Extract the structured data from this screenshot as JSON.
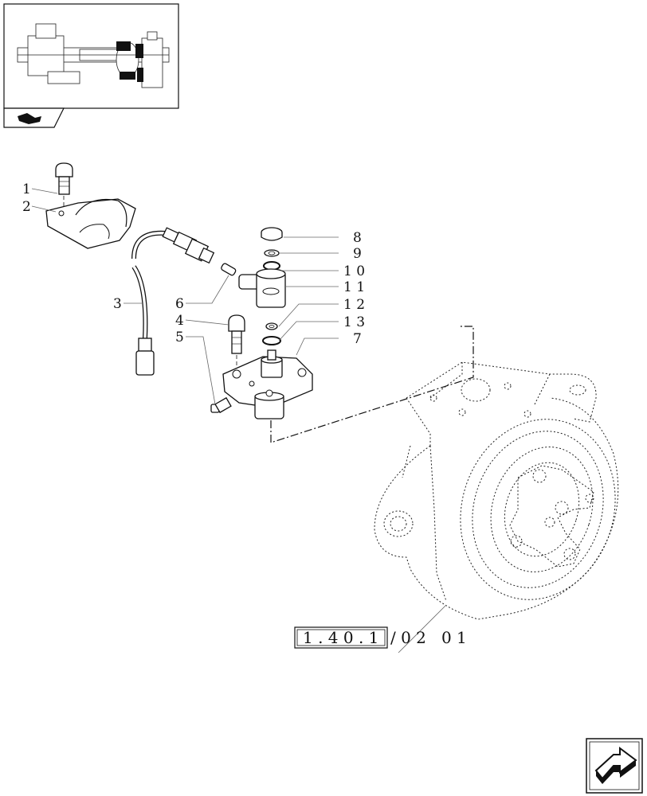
{
  "labels": [
    {
      "id": "1",
      "text": "1"
    },
    {
      "id": "2",
      "text": "2"
    },
    {
      "id": "3",
      "text": "3"
    },
    {
      "id": "4",
      "text": "4"
    },
    {
      "id": "5",
      "text": "5"
    },
    {
      "id": "6",
      "text": "6"
    },
    {
      "id": "7",
      "text": "7"
    },
    {
      "id": "8",
      "text": "8"
    },
    {
      "id": "9",
      "text": "9"
    },
    {
      "id": "10",
      "text": "1 0"
    },
    {
      "id": "11",
      "text": "1 1"
    },
    {
      "id": "12",
      "text": "1 2"
    },
    {
      "id": "13",
      "text": "1 3"
    }
  ],
  "reference": {
    "boxed": "1 . 4 0 . 1",
    "suffix": "/ 0 2   0 1"
  },
  "icons": {
    "nav_thumbnail": "axle-assembly-thumbnail",
    "nav_tab": "tractor-tab-icon",
    "next": "next-page-arrow-icon"
  }
}
